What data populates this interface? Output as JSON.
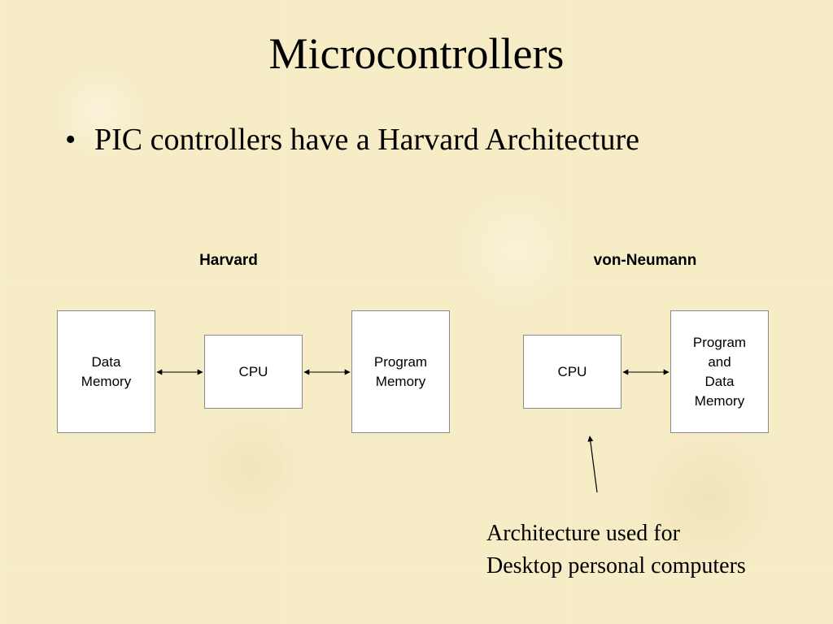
{
  "slide": {
    "title": "Microcontrollers",
    "bullet": "PIC controllers have a Harvard Architecture",
    "bullet_marker": "•"
  },
  "harvard": {
    "label": "Harvard",
    "data_memory": "Data\nMemory",
    "cpu": "CPU",
    "program_memory": "Program\nMemory"
  },
  "von_neumann": {
    "label": "von-Neumann",
    "cpu": "CPU",
    "memory": "Program\nand\nData\nMemory"
  },
  "note": "Architecture used for\nDesktop personal computers"
}
